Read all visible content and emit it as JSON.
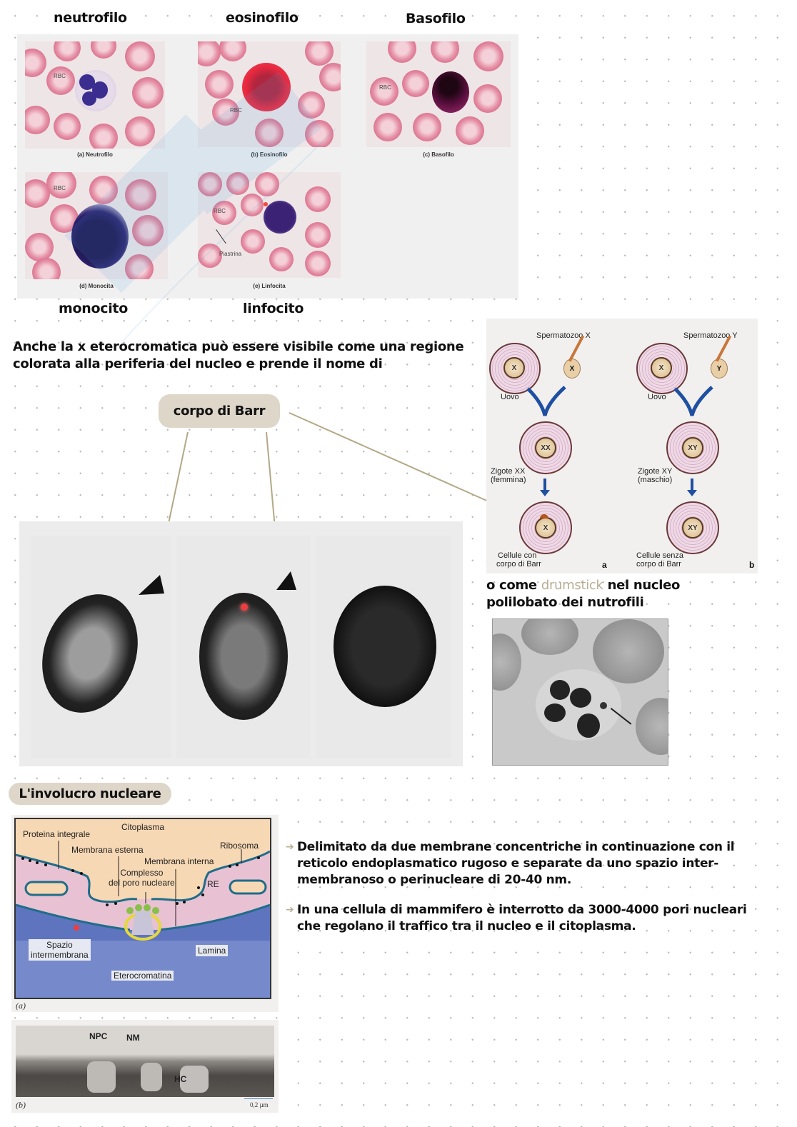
{
  "leukocytes": {
    "labels": {
      "neutrofilo": "neutrofilo",
      "eosinofilo": "eosinofilo",
      "basofilo": "Basofilo",
      "monocito": "monocito",
      "linfocito": "linfocito"
    },
    "captions": {
      "a": "(a) Neutrofilo",
      "b": "(b) Eosinofilo",
      "c": "(c) Basofilo",
      "d": "(d) Monocita",
      "e": "(e) Linfocita"
    },
    "rbc_label": "RBC",
    "platelet_label": "Piastrina",
    "colors": {
      "neutrophil_nucleus": "#3a2d8f",
      "eosinophil_granules": "#e8283f",
      "basophil": "#5a0f3f",
      "monocyte_nucleus": "#2d236e",
      "lymphocyte_nucleus": "#3b2275",
      "rbc": "#e58fa5"
    }
  },
  "barr": {
    "intro_line1": "Anche la x eterocromatica può essere visibile come una regione",
    "intro_line2": "colorata alla periferia del nucleo e prende il nome di",
    "pill_label": "corpo di Barr",
    "drumstick_prefix": "o come ",
    "drumstick_word": "drumstick",
    "drumstick_suffix": " nel nucleo",
    "drumstick_line2": "polilobato dei nutrofili"
  },
  "sex_diagram": {
    "sperm_x_label": "Spermatozoo X",
    "sperm_y_label": "Spermatozoo Y",
    "egg_label": "Uovo",
    "egg_chrom": "X",
    "sperm_x_chrom": "X",
    "sperm_y_chrom": "Y",
    "zygote_xx": "XX",
    "zygote_xy": "XY",
    "zygote_xx_label_1": "Zigote XX",
    "zygote_xx_label_2": "(femmina)",
    "zygote_xy_label_1": "Zigote XY",
    "zygote_xy_label_2": "(maschio)",
    "cell_a_chrom": "X",
    "cell_b_chrom": "XY",
    "cell_a_label_1": "Cellule con",
    "cell_a_label_2": "corpo di Barr",
    "cell_b_label_1": "Cellule senza",
    "cell_b_label_2": "corpo di Barr",
    "panel_a": "a",
    "panel_b": "b",
    "arrow_color": "#1f4fa0"
  },
  "envelope": {
    "section_title": "L'involucro nucleare",
    "diagram_labels": {
      "citoplasma": "Citoplasma",
      "proteina_integrale": "Proteina integrale",
      "ribosoma": "Ribosoma",
      "membrana_esterna": "Membrana esterna",
      "membrana_interna": "Membrana interna",
      "complesso_1": "Complesso",
      "complesso_2": "del poro nucleare",
      "re": "RE",
      "spazio_1": "Spazio",
      "spazio_2": "intermembrana",
      "lamina": "Lamina",
      "eterocromatina": "Eterocromatina",
      "panel_a": "(a)"
    },
    "em_labels": {
      "npc": "NPC",
      "nm": "NM",
      "hc": "HC",
      "panel_b": "(b)",
      "scale": "0,2 µm"
    },
    "bullets": [
      {
        "lines": [
          "Delimitato da due membrane concentriche in continuazione con il",
          "reticolo endoplasmatico rugoso e separate da uno spazio inter-",
          "membranoso o perinucleare di 20-40 nm."
        ]
      },
      {
        "lines": [
          "In una cellula di mammifero è interrotto da 3000-4000 pori nucleari",
          "che regolano il traffico tra il nucleo e il citoplasma."
        ]
      }
    ],
    "bullet_icon": "arrow-right-icon"
  },
  "palette": {
    "accent_beige": "#b9ad93",
    "pill_bg": "#ddd6c9",
    "connector_line": "#b4a886",
    "pointer_arrow": "#8fc9d4"
  }
}
